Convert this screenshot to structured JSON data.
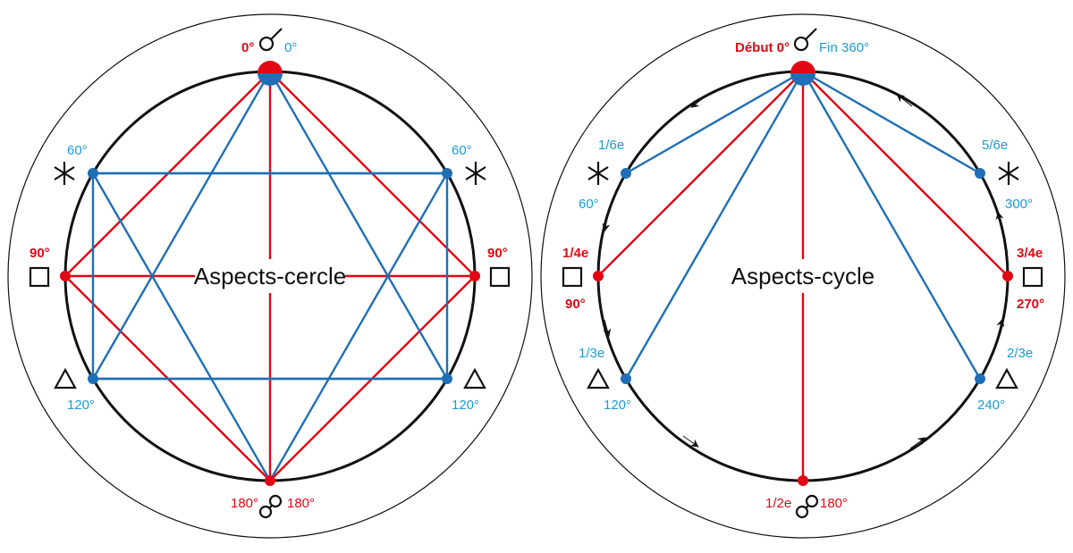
{
  "left": {
    "title": "Aspects-cercle",
    "top_left_label": "0°",
    "top_right_label": "0°",
    "upper_left_label": "60°",
    "upper_right_label": "60°",
    "middle_left_label": "90°",
    "middle_right_label": "90°",
    "lower_left_label": "120°",
    "lower_right_label": "120°",
    "bottom_left_label": "180°",
    "bottom_right_label": "180°"
  },
  "right": {
    "title": "Aspects-cycle",
    "start_label": "Début 0°",
    "end_label": "Fin 360°",
    "upper_left_fraction": "1/6e",
    "upper_left_degree": "60°",
    "upper_right_fraction": "5/6e",
    "upper_right_degree": "300°",
    "middle_left_fraction": "1/4e",
    "middle_left_degree": "90°",
    "middle_right_fraction": "3/4e",
    "middle_right_degree": "270°",
    "lower_left_fraction": "1/3e",
    "lower_left_degree": "120°",
    "lower_right_fraction": "2/3e",
    "lower_right_degree": "240°",
    "bottom_fraction": "1/2e",
    "bottom_degree": "180°"
  },
  "colors": {
    "red": "#e30613",
    "blue": "#1b9ad6",
    "line_blue": "#1f6fb5",
    "black": "#111111"
  }
}
